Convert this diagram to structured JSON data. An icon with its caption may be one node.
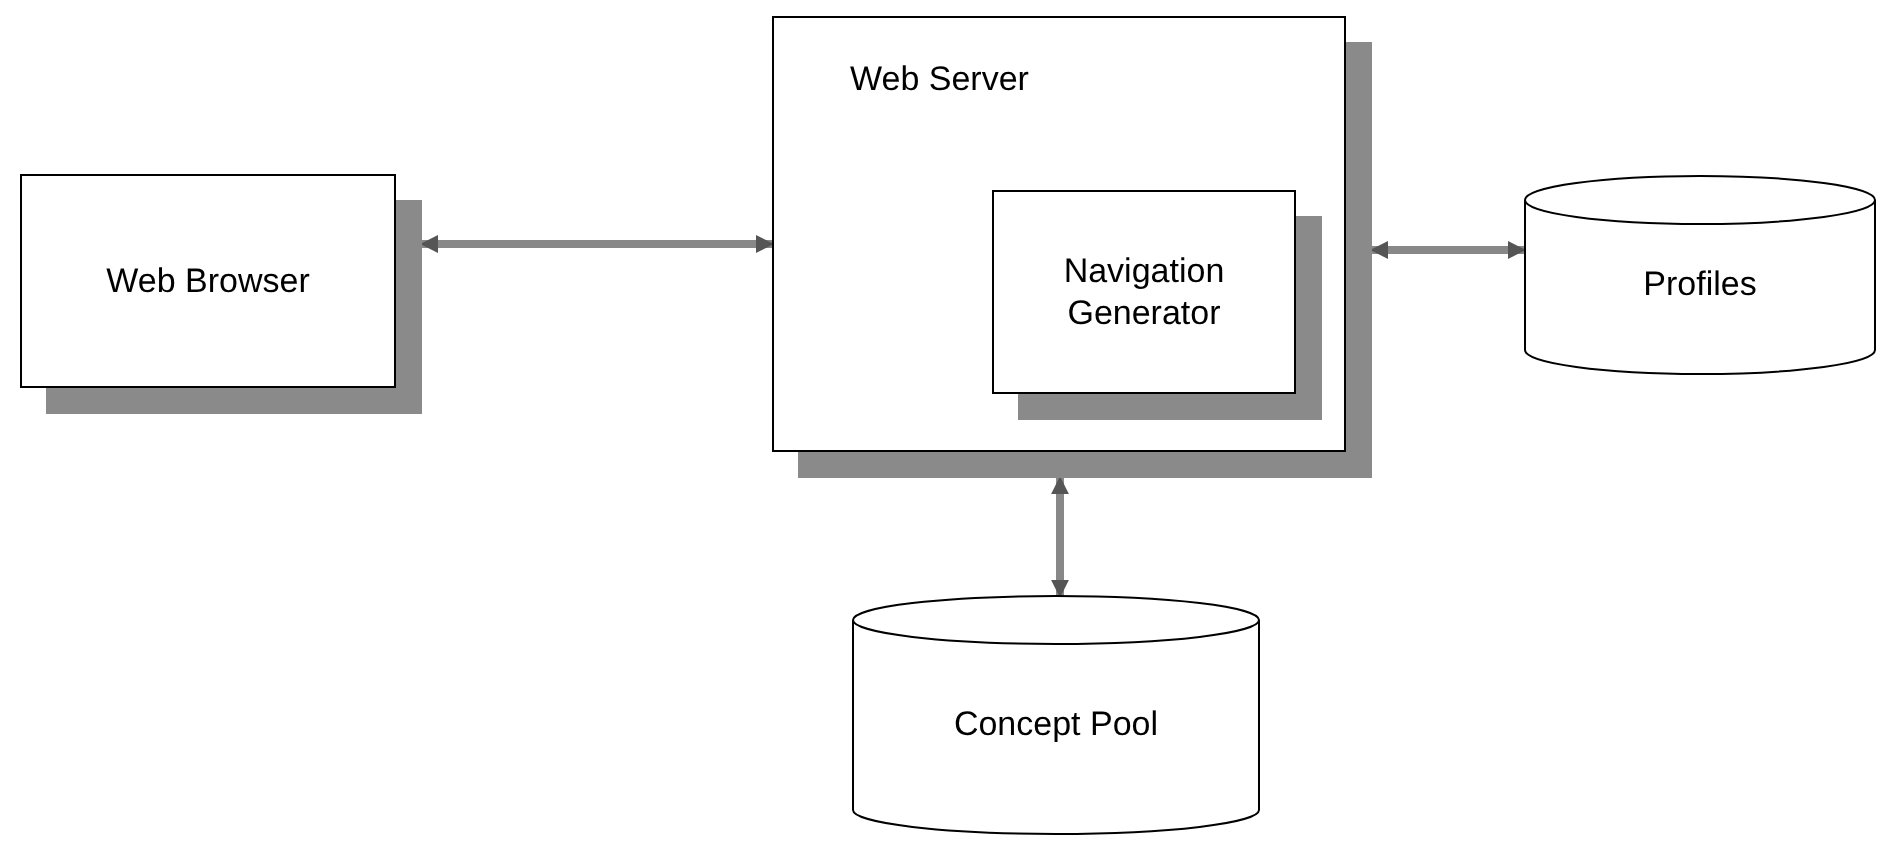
{
  "diagram": {
    "nodes": [
      {
        "text": [
          "Web Browser"
        ]
      },
      {
        "text": [
          "Web Server"
        ]
      },
      {
        "text": [
          "Navigation Generator"
        ],
        "in": 1
      },
      {
        "text": [
          "Profiles"
        ]
      },
      {
        "text": [
          "Concept Pool"
        ]
      }
    ],
    "edges": [
      {
        "from": 0,
        "to": 1,
        "arrow": "both"
      },
      {
        "from": 1,
        "to": 3,
        "arrow": "both"
      },
      {
        "from": 1,
        "to": 4,
        "arrow": "both"
      }
    ]
  }
}
